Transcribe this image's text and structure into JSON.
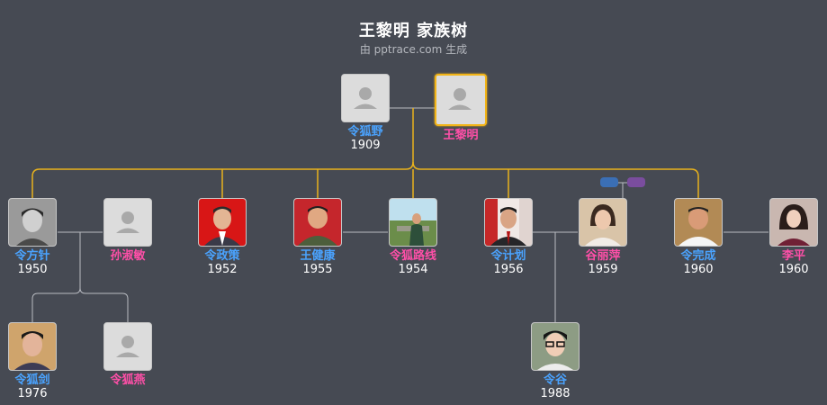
{
  "title": "王黎明 家族树",
  "subtitle": "由 pptrace.com 生成",
  "tags": {
    "color_a": "#3b6fb5",
    "color_b": "#7a4d9e"
  },
  "people": [
    {
      "id": "linghu-ye",
      "name": "令狐野",
      "year": "1909",
      "gender": "m",
      "photo": "placeholder"
    },
    {
      "id": "wang-liming",
      "name": "王黎明",
      "year": "",
      "gender": "f",
      "photo": "placeholder",
      "focus": true
    },
    {
      "id": "linghu-fangzhen",
      "name": "令方针",
      "year": "1950",
      "gender": "m",
      "photo": "portrait-boy"
    },
    {
      "id": "sun-shumin",
      "name": "孙淑敏",
      "year": "",
      "gender": "f",
      "photo": "placeholder"
    },
    {
      "id": "linghu-zhengce",
      "name": "令政策",
      "year": "1952",
      "gender": "m",
      "photo": "portrait-red"
    },
    {
      "id": "wang-jiankang",
      "name": "王健康",
      "year": "1955",
      "gender": "m",
      "photo": "portrait-uniform"
    },
    {
      "id": "linghu-luxian",
      "name": "令狐路线",
      "year": "1954",
      "gender": "f",
      "photo": "portrait-outdoor"
    },
    {
      "id": "linghu-jihua",
      "name": "令计划",
      "year": "1956",
      "gender": "m",
      "photo": "portrait-flag"
    },
    {
      "id": "gu-liping",
      "name": "谷丽萍",
      "year": "1959",
      "gender": "f",
      "photo": "portrait-woman"
    },
    {
      "id": "linghu-wancheng",
      "name": "令完成",
      "year": "1960",
      "gender": "m",
      "photo": "portrait-man"
    },
    {
      "id": "li-ping",
      "name": "李平",
      "year": "1960",
      "gender": "f",
      "photo": "portrait-woman2"
    },
    {
      "id": "linghu-jian",
      "name": "令狐剑",
      "year": "1976",
      "gender": "m",
      "photo": "portrait-young"
    },
    {
      "id": "linghu-yan",
      "name": "令狐燕",
      "year": "",
      "gender": "f",
      "photo": "placeholder"
    },
    {
      "id": "ling-gu",
      "name": "令谷",
      "year": "1988",
      "gender": "m",
      "photo": "portrait-glasses"
    }
  ]
}
